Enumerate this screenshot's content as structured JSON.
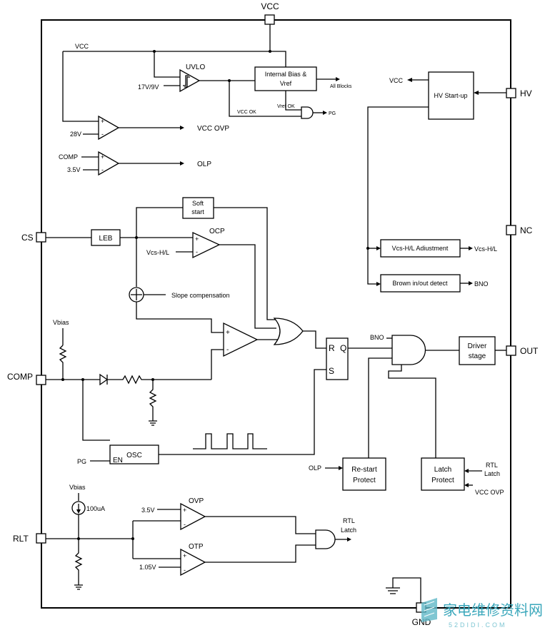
{
  "pins": {
    "vcc": "VCC",
    "hv": "HV",
    "nc": "NC",
    "out": "OUT",
    "gnd": "GND",
    "cs": "CS",
    "comp": "COMP",
    "rlt": "RLT"
  },
  "blocks": {
    "internal_bias_1": "Internal Bias &",
    "internal_bias_2": "Vref",
    "hv_startup": "HV Start-up",
    "soft_start_1": "Soft",
    "soft_start_2": "start",
    "leb": "LEB",
    "vcs_adjust": "Vcs-H/L Adiustment",
    "brown": "Brown in/out detect",
    "driver_1": "Driver",
    "driver_2": "stage",
    "osc": "OSC",
    "en": "EN",
    "restart_1": "Re-start",
    "restart_2": "Protect",
    "latch_1": "Latch",
    "latch_2": "Protect",
    "sr_r": "R",
    "sr_s": "S",
    "sr_q": "Q"
  },
  "labels": {
    "vcc_line": "VCC",
    "uvlo": "UVLO",
    "uvlo_ref": "17V/9V",
    "all_blocks": "All Blocks",
    "vcc_ok": "VCC OK",
    "vref_ok": "Vref OK",
    "pg_out": "PG",
    "ovp_ref": "28V",
    "vcc_ovp": "VCC OVP",
    "comp_in": "COMP",
    "olp_ref": "3.5V",
    "olp": "OLP",
    "vcc_hv": "VCC",
    "ocp": "OCP",
    "vcs_in": "Vcs-H/L",
    "slope": "Slope compensation",
    "vbias_top": "Vbias",
    "vcs_out": "Vcs-H/L",
    "bno_out": "BNO",
    "bno_in": "BNO",
    "pg_in": "PG",
    "olp_in": "OLP",
    "rtl_latch_1": "RTL",
    "rtl_latch_2": "Latch",
    "vcc_ovp_in": "VCC OVP",
    "vbias_bot": "Vbias",
    "current": "100uA",
    "ovp": "OVP",
    "ovp_ref2": "3.5V",
    "otp": "OTP",
    "otp_ref": "1.05V",
    "rtl_out_1": "RTL",
    "rtl_out_2": "Latch",
    "plus": "+",
    "minus": "-"
  },
  "watermark": {
    "text": "家电维修资料网",
    "url": "52DIDI.COM"
  }
}
